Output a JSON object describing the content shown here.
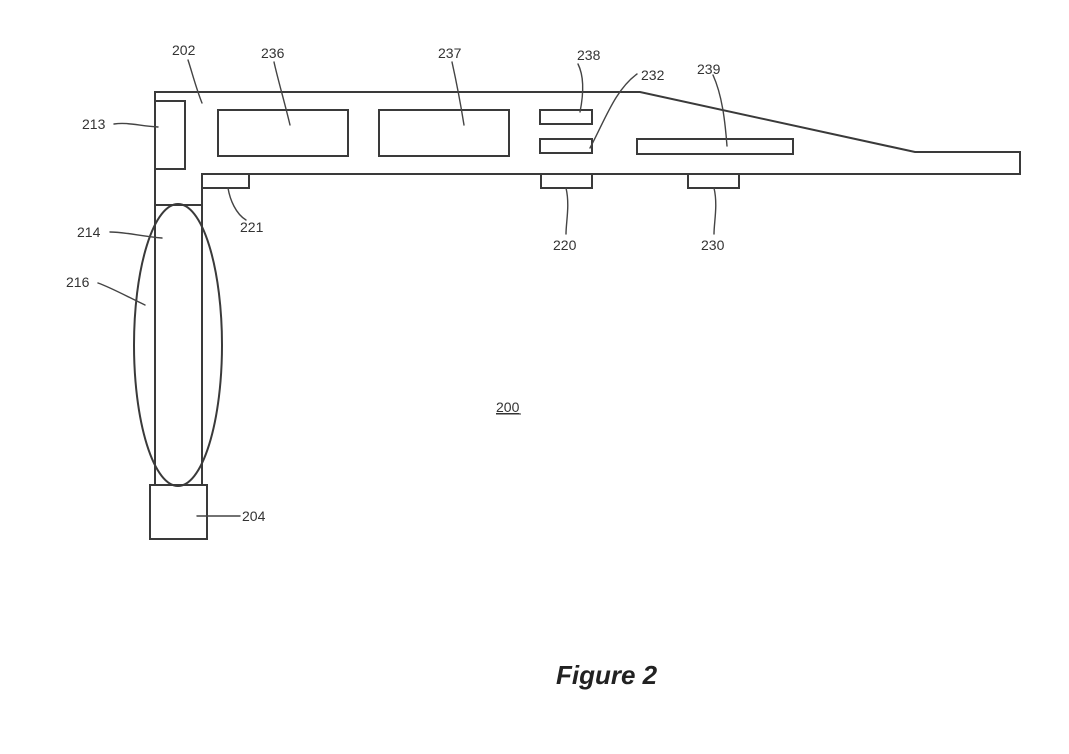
{
  "figure": {
    "caption": "Figure 2",
    "system_label": "200",
    "references": {
      "r202": "202",
      "r213": "213",
      "r214": "214",
      "r216": "216",
      "r204": "204",
      "r221": "221",
      "r236": "236",
      "r237": "237",
      "r238": "238",
      "r232": "232",
      "r239": "239",
      "r220": "220",
      "r230": "230"
    }
  }
}
